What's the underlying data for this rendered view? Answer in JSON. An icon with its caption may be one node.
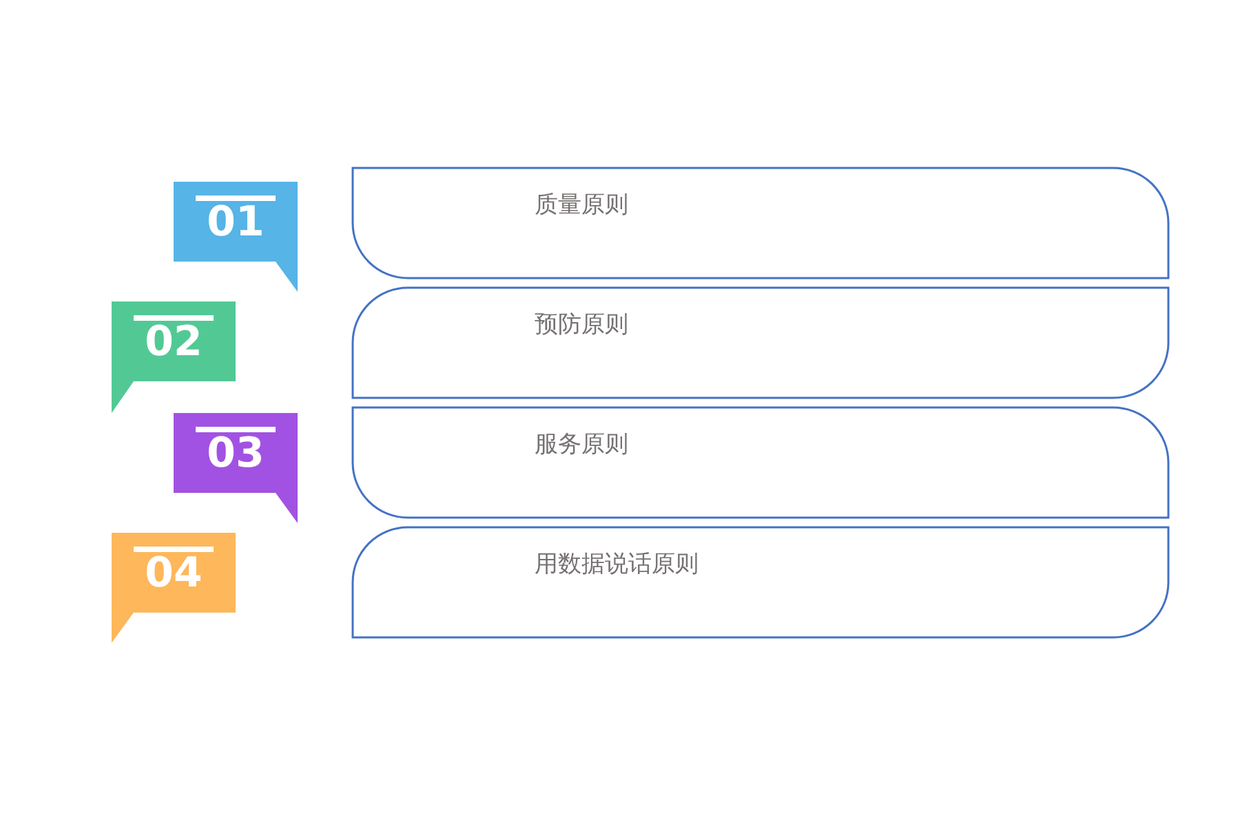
{
  "diagram": {
    "nodes": [
      {
        "text": [
          "01"
        ]
      },
      {
        "text": [
          "质量原则"
        ]
      },
      {
        "text": [
          "02"
        ]
      },
      {
        "text": [
          "预防原则"
        ]
      },
      {
        "text": [
          "03"
        ]
      },
      {
        "text": [
          "服务原则"
        ]
      },
      {
        "text": [
          "04"
        ]
      },
      {
        "text": [
          "用数据说话原则"
        ]
      }
    ]
  }
}
